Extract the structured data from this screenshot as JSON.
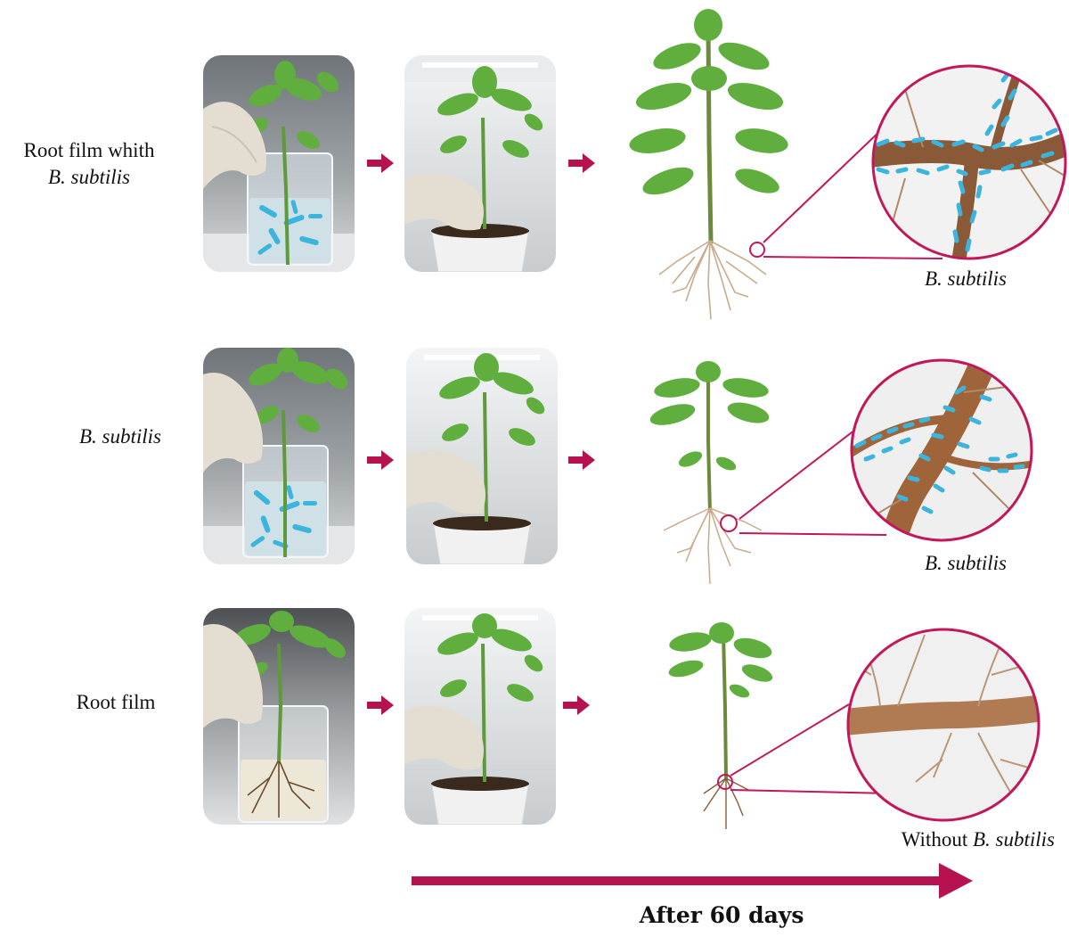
{
  "colors": {
    "accent": "#C2185B",
    "arrow": "#B5124F",
    "bacteria": "#3BB5DD",
    "leaf": "#5FAE3E",
    "root": "#B8875E",
    "glove": "#E3DDD2"
  },
  "rows": [
    {
      "label_lines": [
        "Root film whith",
        "B. subtilis"
      ],
      "caption": {
        "prefix": "",
        "italic": "B. subtilis"
      },
      "liquid": "bacteria",
      "plant_size": "large",
      "zoom": "heavy-coating"
    },
    {
      "label_lines": [
        "",
        "B. subtilis"
      ],
      "caption": {
        "prefix": "",
        "italic": "B. subtilis"
      },
      "liquid": "bacteria",
      "plant_size": "medium",
      "zoom": "coating"
    },
    {
      "label_lines": [
        "Root film",
        ""
      ],
      "caption": {
        "prefix": "Without ",
        "italic": "B. subtilis"
      },
      "liquid": "milky",
      "plant_size": "small",
      "zoom": "bare-root"
    }
  ],
  "timeline": {
    "label": "After 60 days"
  },
  "icons": [
    "beaker-with-seedling",
    "seedling-in-pot",
    "grown-tomato-plant",
    "root-magnifier",
    "right-arrow"
  ]
}
